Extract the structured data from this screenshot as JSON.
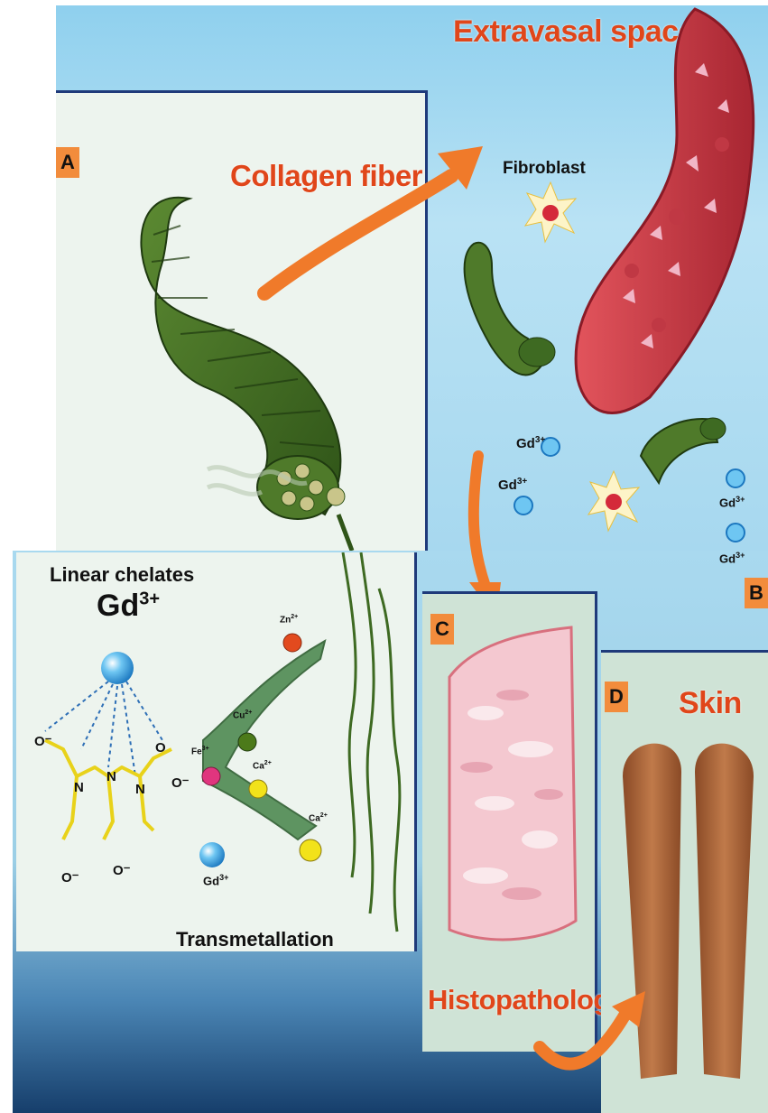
{
  "panel_a": {
    "tag": "A",
    "title": "Collagen fiber"
  },
  "panel_b": {
    "tag": "B",
    "title": "Extravasal space",
    "fibroblast_label": "Fibroblast",
    "ion_labels": [
      "Gd",
      "Gd",
      "Gd",
      "Gd"
    ],
    "ion_charge": "3+"
  },
  "lower_left": {
    "title": "Linear chelates",
    "gd": "Gd",
    "gd_charge": "3+",
    "process_label": "Transmetallation",
    "metals": [
      {
        "symbol": "Zn",
        "charge": "2+",
        "color": "#e24a1e"
      },
      {
        "symbol": "Cu",
        "charge": "2+",
        "color": "#4c7a1a"
      },
      {
        "symbol": "Fe",
        "charge": "3+",
        "color": "#e0357e"
      },
      {
        "symbol": "Ca",
        "charge": "2+",
        "color": "#f2e21a"
      },
      {
        "symbol": "Ca",
        "charge": "2+",
        "color": "#f2e21a"
      }
    ],
    "free_gd": "Gd",
    "free_gd_charge": "3+",
    "chelate_atoms": {
      "n": "N",
      "o": "O",
      "o_minus": "O⁻"
    }
  },
  "panel_c": {
    "tag": "C",
    "title": "Histopathology"
  },
  "panel_d": {
    "tag": "D",
    "title": "Skin"
  },
  "colors": {
    "accent_orange": "#e0461a",
    "tag_orange": "#f28c3c",
    "border_navy": "#1f3a7a",
    "collagen_green": "#3e6a22",
    "vessel_red": "#c8343c",
    "skin_brown": "#a5633a"
  }
}
